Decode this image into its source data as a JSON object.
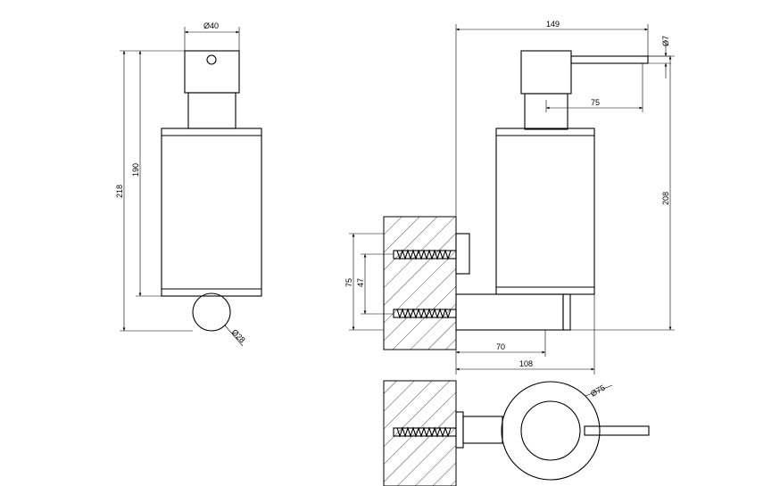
{
  "dimensions": {
    "front_cap_dia": "Ø40",
    "front_overall_height": "218",
    "front_body_height": "190",
    "front_base_dia": "Ø28",
    "side_width": "149",
    "side_nozzle_dia": "Ø7",
    "side_nozzle_reach": "75",
    "side_height": "208",
    "side_wall_outer": "75",
    "side_wall_inner": "47",
    "side_depth_70": "70",
    "side_depth_108": "108",
    "top_dia": "Ø75"
  }
}
